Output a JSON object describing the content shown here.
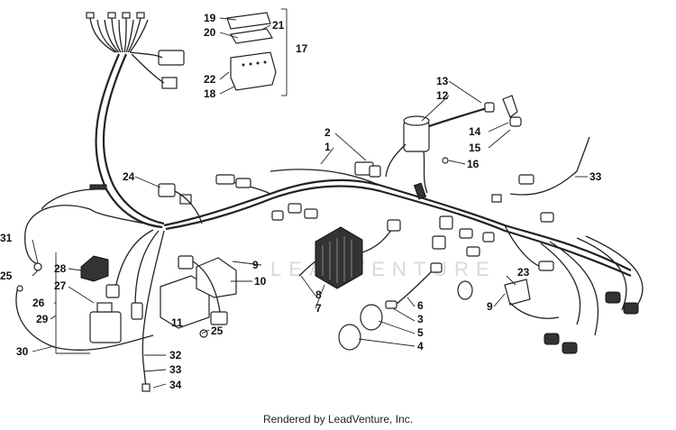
{
  "diagram": {
    "callouts": [
      {
        "id": "c1",
        "text": "1"
      },
      {
        "id": "c2",
        "text": "2"
      },
      {
        "id": "c3",
        "text": "3"
      },
      {
        "id": "c4",
        "text": "4"
      },
      {
        "id": "c5",
        "text": "5"
      },
      {
        "id": "c6",
        "text": "6"
      },
      {
        "id": "c7",
        "text": "7"
      },
      {
        "id": "c8",
        "text": "8"
      },
      {
        "id": "c9a",
        "text": "9"
      },
      {
        "id": "c9b",
        "text": "9"
      },
      {
        "id": "c10",
        "text": "10"
      },
      {
        "id": "c11",
        "text": "11"
      },
      {
        "id": "c12",
        "text": "12"
      },
      {
        "id": "c13",
        "text": "13"
      },
      {
        "id": "c14",
        "text": "14"
      },
      {
        "id": "c15",
        "text": "15"
      },
      {
        "id": "c16",
        "text": "16"
      },
      {
        "id": "c17",
        "text": "17"
      },
      {
        "id": "c18",
        "text": "18"
      },
      {
        "id": "c19",
        "text": "19"
      },
      {
        "id": "c20",
        "text": "20"
      },
      {
        "id": "c21",
        "text": "21"
      },
      {
        "id": "c22",
        "text": "22"
      },
      {
        "id": "c23",
        "text": "23"
      },
      {
        "id": "c24",
        "text": "24"
      },
      {
        "id": "c25a",
        "text": "25"
      },
      {
        "id": "c25b",
        "text": "25"
      },
      {
        "id": "c26",
        "text": "26"
      },
      {
        "id": "c27",
        "text": "27"
      },
      {
        "id": "c28",
        "text": "28"
      },
      {
        "id": "c29",
        "text": "29"
      },
      {
        "id": "c30",
        "text": "30"
      },
      {
        "id": "c31",
        "text": "31"
      },
      {
        "id": "c32",
        "text": "32"
      },
      {
        "id": "c33a",
        "text": "33"
      },
      {
        "id": "c33b",
        "text": "33"
      },
      {
        "id": "c34",
        "text": "34"
      }
    ],
    "watermark": "LEADVENTURE"
  },
  "footer": {
    "credit": "Rendered by LeadVenture, Inc."
  }
}
